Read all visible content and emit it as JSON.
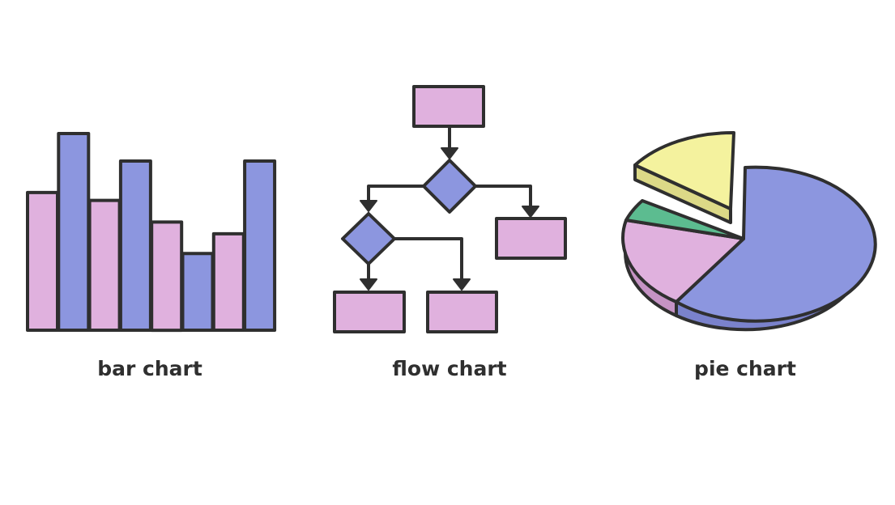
{
  "labels": {
    "bar": "bar chart",
    "flow": "flow chart",
    "pie": "pie chart"
  },
  "colors": {
    "pink": "#e0b1de",
    "blue": "#8c96df",
    "blue_side": "#7a82cc",
    "pink_side": "#c593c4",
    "yellow": "#f4f29e",
    "yellow_side": "#dcd987",
    "green": "#5cbc90",
    "outline": "#2f2f2f",
    "background": "#ffffff"
  },
  "bar_icon": {
    "values": [
      7,
      10,
      6.6,
      8.6,
      5.5,
      3.9,
      4.9,
      8.6
    ],
    "colors": [
      "pink",
      "blue",
      "pink",
      "blue",
      "pink",
      "blue",
      "pink",
      "blue"
    ]
  },
  "pie_icon": {
    "slices": [
      {
        "share": 0.62,
        "color": "blue"
      },
      {
        "share": 0.18,
        "color": "pink"
      },
      {
        "share": 0.04,
        "color": "green"
      },
      {
        "share": 0.16,
        "color": "yellow",
        "exploded": true
      }
    ]
  }
}
